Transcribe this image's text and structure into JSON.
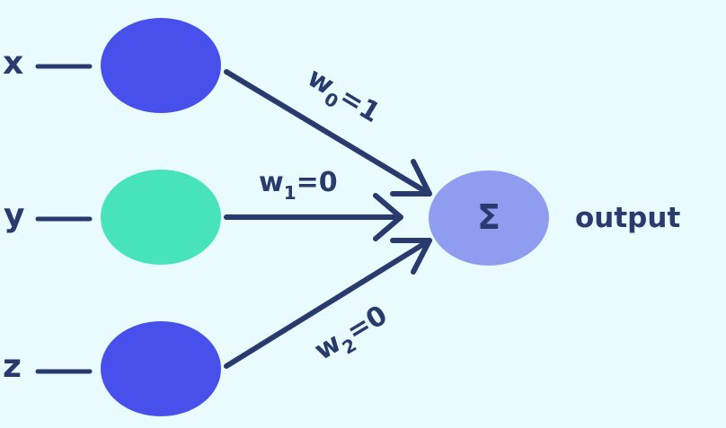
{
  "colors": {
    "background": "#e9fbfd",
    "ink": "#283a6e",
    "input_node_blue": "#4850ec",
    "input_node_green": "#47e4bc",
    "sum_node": "#8f9cf0"
  },
  "inputs": [
    {
      "label": "x",
      "color": "input_node_blue"
    },
    {
      "label": "y",
      "color": "input_node_green"
    },
    {
      "label": "z",
      "color": "input_node_blue"
    }
  ],
  "weights": [
    {
      "base": "w",
      "subscript": "0",
      "value": "=1"
    },
    {
      "base": "w",
      "subscript": "1",
      "value": "=0"
    },
    {
      "base": "w",
      "subscript": "2",
      "value": "=0"
    }
  ],
  "sum_node": {
    "symbol": "Σ",
    "color": "sum_node"
  },
  "output_label": "output"
}
